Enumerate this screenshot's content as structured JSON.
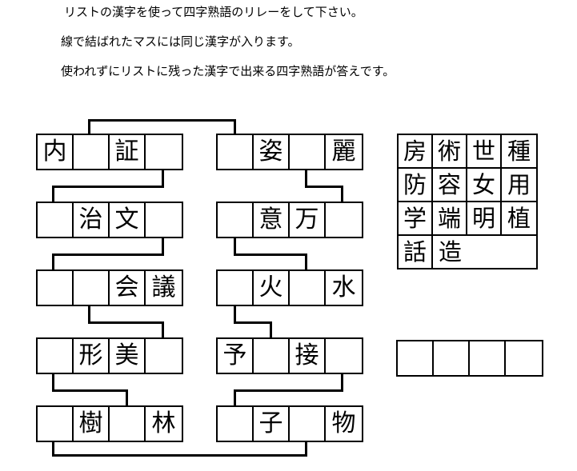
{
  "instructions": [
    "リストの漢字を使って四字熟語のリレーをして下さい。",
    "線で結ばれたマスには同じ漢字が入ります。",
    "使われずにリストに残った漢字で出来る四字熟語が答えです。"
  ],
  "left_grid": {
    "rows": [
      {
        "cells": [
          "内",
          "",
          "証",
          ""
        ]
      },
      {
        "cells": [
          "",
          "治",
          "文",
          ""
        ]
      },
      {
        "cells": [
          "",
          "",
          "会",
          "議"
        ]
      },
      {
        "cells": [
          "",
          "形",
          "美",
          ""
        ]
      },
      {
        "cells": [
          "",
          "樹",
          "",
          "林"
        ]
      }
    ]
  },
  "right_grid": {
    "rows": [
      {
        "cells": [
          "",
          "姿",
          "",
          "麗"
        ]
      },
      {
        "cells": [
          "",
          "意",
          "万",
          ""
        ]
      },
      {
        "cells": [
          "",
          "火",
          "",
          "水"
        ]
      },
      {
        "cells": [
          "予",
          "",
          "接",
          ""
        ]
      },
      {
        "cells": [
          "",
          "子",
          "",
          "物"
        ]
      }
    ]
  },
  "kanji_list": {
    "rows": [
      [
        "房",
        "術",
        "世",
        "種"
      ],
      [
        "防",
        "容",
        "女",
        "用"
      ],
      [
        "学",
        "端",
        "明",
        "植"
      ],
      [
        "話",
        "造"
      ]
    ]
  },
  "answer_box": {
    "cells": [
      "",
      "",
      "",
      ""
    ]
  },
  "colors": {
    "ink": "#000000",
    "paper": "#ffffff"
  }
}
